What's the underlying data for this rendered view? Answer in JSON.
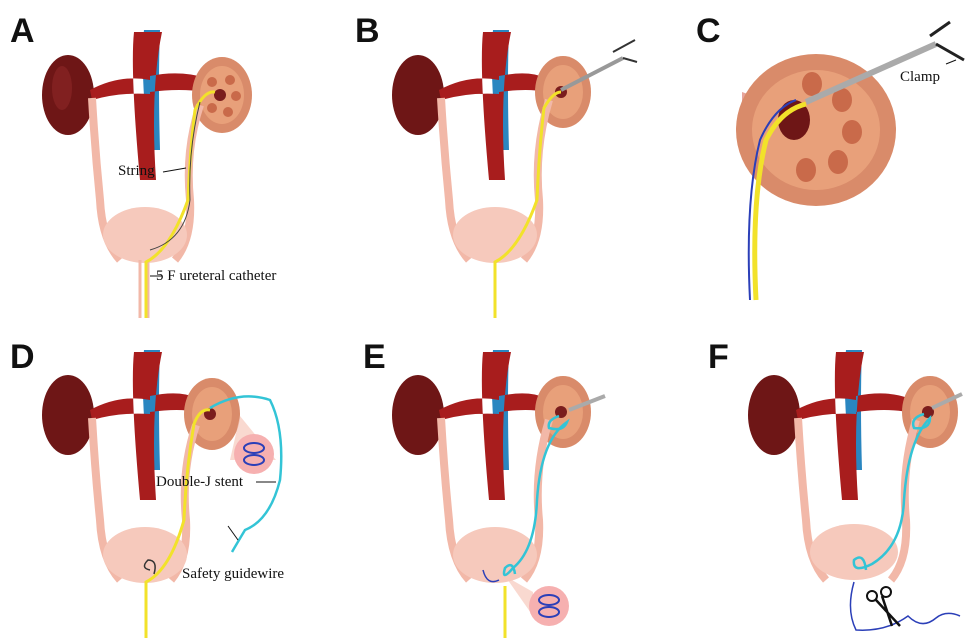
{
  "panels": [
    {
      "letter": "A",
      "labels": {
        "string": "String",
        "catheter": "5 F ureteral catheter"
      }
    },
    {
      "letter": "B"
    },
    {
      "letter": "C",
      "labels": {
        "clamp": "Clamp"
      }
    },
    {
      "letter": "D",
      "labels": {
        "stent": "Double-J stent",
        "guidewire": "Safety guidewire"
      }
    },
    {
      "letter": "E"
    },
    {
      "letter": "F"
    }
  ],
  "colors": {
    "kidney_left": "#6e1616",
    "aorta": "#a81d1d",
    "vena_cava": "#2a86c0",
    "kidney_right_capsule": "#d98b6a",
    "ureter": "#f2b8a8",
    "bladder": "#f6c9bc",
    "catheter": "#f2e22a",
    "stent": "#33c4d6",
    "guidewire": "#333333",
    "suture": "#2b3fb8"
  }
}
